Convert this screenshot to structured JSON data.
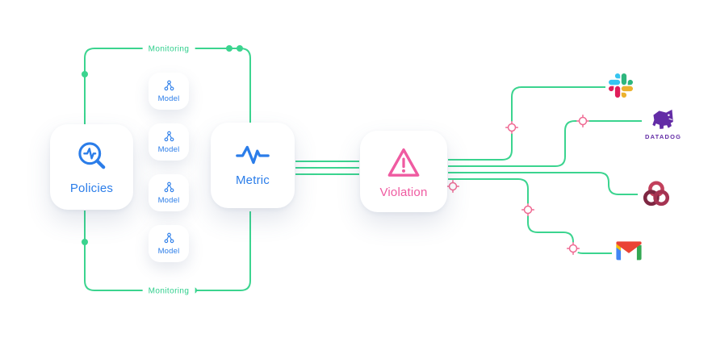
{
  "diagram": {
    "monitoring_top": "Monitoring",
    "monitoring_bottom": "Monitoring",
    "nodes": {
      "policies": {
        "label": "Policies",
        "icon": "search-pulse-icon"
      },
      "models": [
        {
          "label": "Model",
          "icon": "model-tree-icon"
        },
        {
          "label": "Model",
          "icon": "model-tree-icon"
        },
        {
          "label": "Model",
          "icon": "model-tree-icon"
        },
        {
          "label": "Model",
          "icon": "model-tree-icon"
        }
      ],
      "metric": {
        "label": "Metric",
        "icon": "pulse-waveform-icon"
      },
      "violation": {
        "label": "Violation",
        "icon": "warning-triangle-icon"
      }
    },
    "integrations": [
      {
        "icon": "slack-logo"
      },
      {
        "icon": "datadog-logo",
        "caption": "DATADOG"
      },
      {
        "icon": "trefoil-knot-logo"
      },
      {
        "icon": "gmail-logo"
      }
    ],
    "colors": {
      "line_green": "#3bd48f",
      "node_blue": "#2b7de9",
      "violation_pink": "#ef5ba1",
      "crosshair_pink": "#ef6a93",
      "datadog_purple": "#632CA6"
    }
  }
}
